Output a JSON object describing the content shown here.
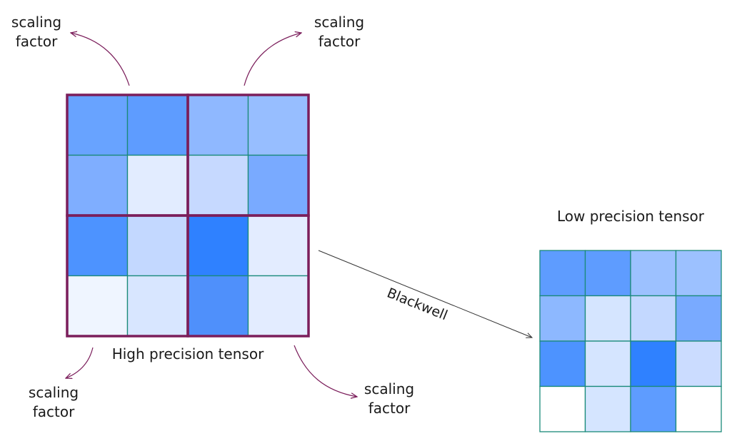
{
  "labels": {
    "high_precision": "High precision tensor",
    "low_precision": "Low precision tensor",
    "arrow": "Blackwell",
    "scaling_factor": [
      "scaling",
      "factor"
    ]
  },
  "colors": {
    "cell_border": "#1a8a7a",
    "block_border": "#7b1e5b",
    "arrow_curve": "#7b1e5b",
    "arrow_straight": "#333333"
  },
  "high_grid": [
    [
      "#68a3ff",
      "#5e9cff",
      "#8fb8ff",
      "#97beff"
    ],
    [
      "#7faeff",
      "#e2ecff",
      "#c6d9ff",
      "#79aaff"
    ],
    [
      "#4d93ff",
      "#c3d8ff",
      "#2f81ff",
      "#e3ecff"
    ],
    [
      "#eff5ff",
      "#d8e6ff",
      "#4f90fb",
      "#e3ecff"
    ]
  ],
  "low_grid": [
    [
      "#5e9cff",
      "#5e9cff",
      "#9cc1ff",
      "#9cc1ff"
    ],
    [
      "#8db8ff",
      "#d5e5ff",
      "#c3d8ff",
      "#79aaff"
    ],
    [
      "#4d93ff",
      "#d5e5ff",
      "#2f81ff",
      "#cbdcff"
    ],
    [
      "#ffffff",
      "#d5e5ff",
      "#5e9cff",
      "#ffffff"
    ]
  ]
}
